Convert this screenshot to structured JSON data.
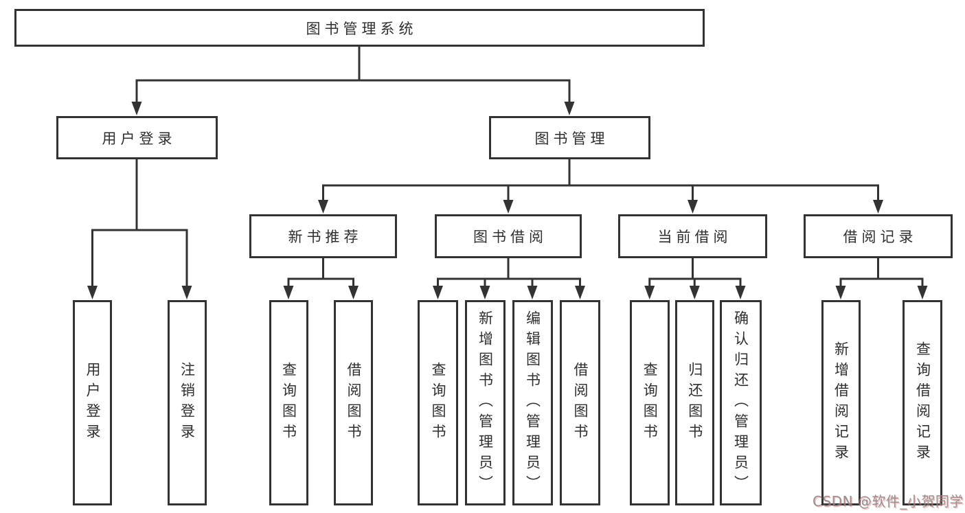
{
  "diagram": {
    "root": {
      "label": "图书管理系统"
    },
    "user_login": {
      "label": "用户登录",
      "children": [
        {
          "label": "用户登录"
        },
        {
          "label": "注销登录"
        }
      ]
    },
    "book_management": {
      "label": "图书管理",
      "sections": [
        {
          "label": "新书推荐",
          "children": [
            {
              "label": "查询图书"
            },
            {
              "label": "借阅图书"
            }
          ]
        },
        {
          "label": "图书借阅",
          "children": [
            {
              "label": "查询图书"
            },
            {
              "label": "新增图书（管理员）"
            },
            {
              "label": "编辑图书（管理员）"
            },
            {
              "label": "借阅图书"
            }
          ]
        },
        {
          "label": "当前借阅",
          "children": [
            {
              "label": "查询图书"
            },
            {
              "label": "归还图书"
            },
            {
              "label": "确认归还（管理员）"
            }
          ]
        },
        {
          "label": "借阅记录",
          "children": [
            {
              "label": "新增借阅记录"
            },
            {
              "label": "查询借阅记录"
            }
          ]
        }
      ]
    }
  },
  "watermark": {
    "text": "CSDN @软件_小贺同学"
  },
  "colors": {
    "line": "#333333",
    "box_border": "#333333",
    "text": "#2f2f2f",
    "background": "#ffffff",
    "watermark": "#8a8283"
  }
}
